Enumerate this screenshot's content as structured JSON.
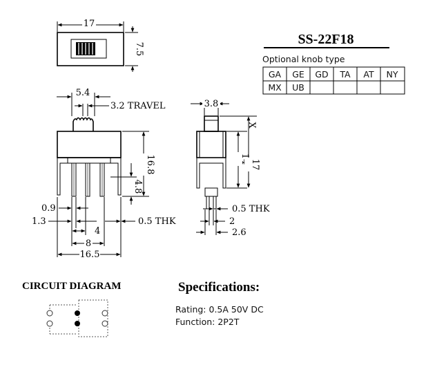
{
  "part_number": "SS-22F18",
  "knob_table": {
    "caption": "Optional knob type",
    "rows": [
      [
        "GA",
        "GE",
        "GD",
        "TA",
        "AT",
        "NY"
      ],
      [
        "MX",
        "UB",
        "",
        "",
        "",
        ""
      ]
    ]
  },
  "top_view": {
    "width": "17",
    "height": "7.5"
  },
  "front_view": {
    "knob": "5.4",
    "travel": "3.2 TRAVEL",
    "height": "16.8",
    "pin_length": "4.8",
    "pin_width": "0.9",
    "pin_pitch": "1.3",
    "thickness": "0.5 THK",
    "inner": "4",
    "pin_span": "8",
    "overall": "16.5"
  },
  "side_view": {
    "knob": "3.8",
    "x_label": "X",
    "body": "14",
    "overall": "17",
    "thickness": "0.5 THK",
    "pin_gap": "2",
    "pin_span": "2.6"
  },
  "circuit": {
    "title": "CIRCUIT DIAGRAM"
  },
  "specifications": {
    "title": "Specifications:",
    "rating": "Rating: 0.5A 50V DC",
    "function": "Function: 2P2T"
  }
}
